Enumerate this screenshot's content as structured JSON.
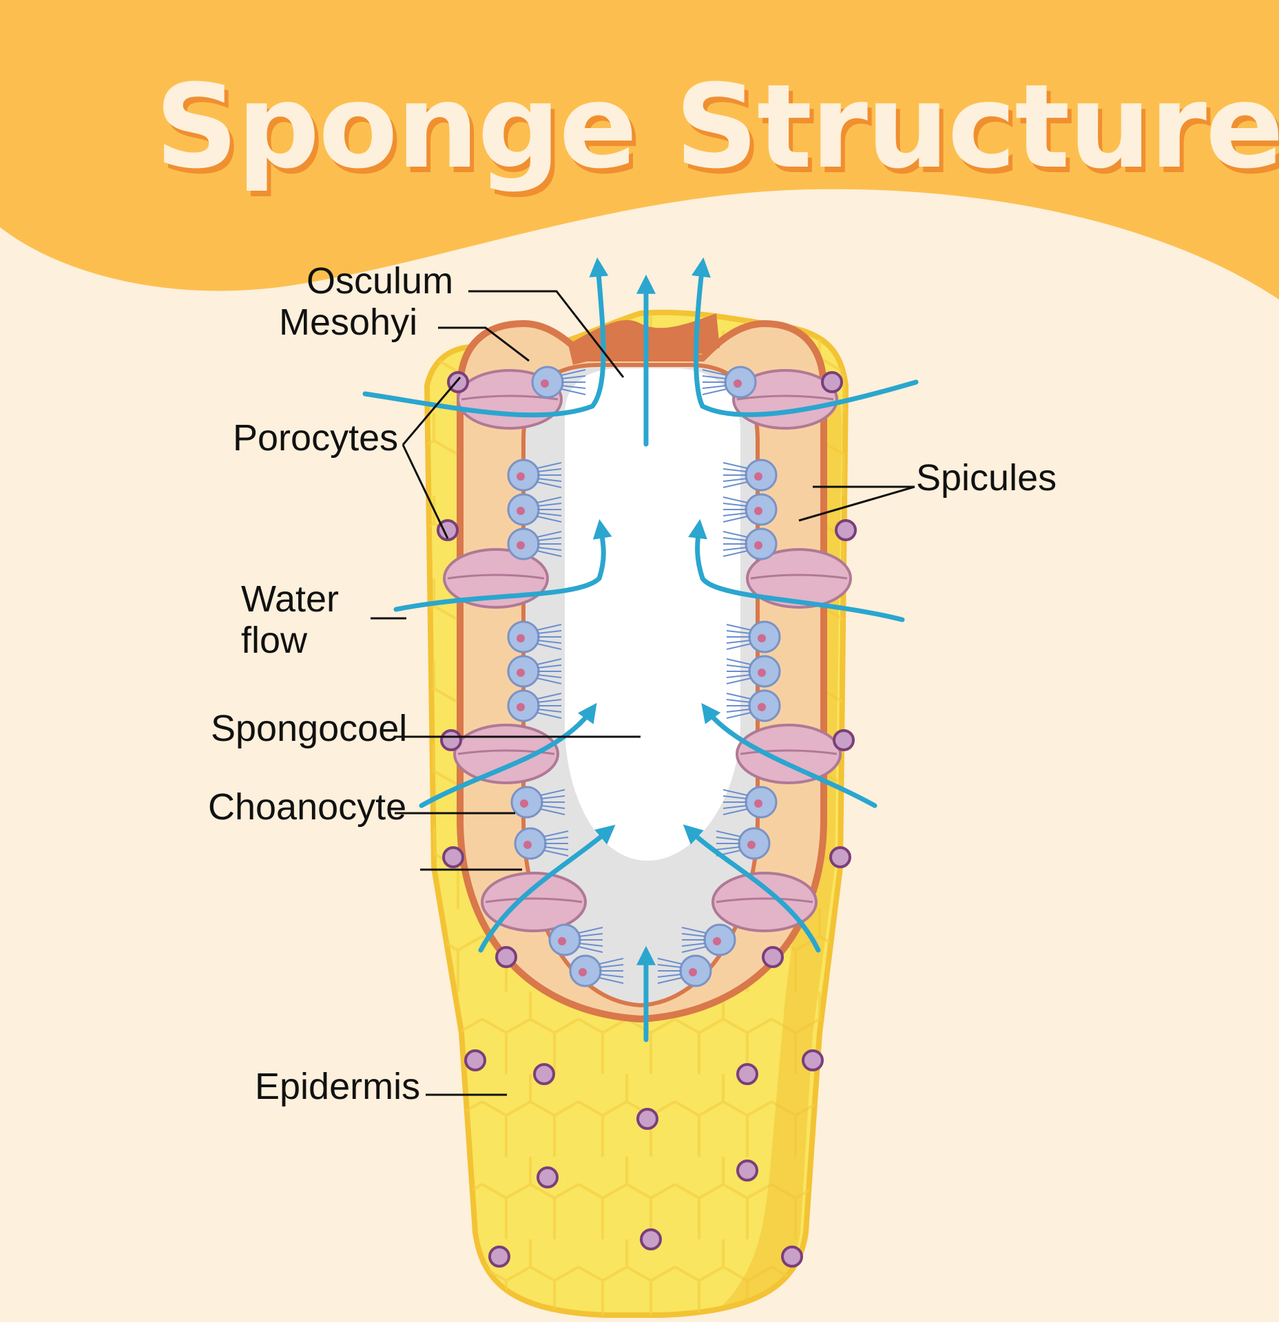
{
  "title": "Sponge Structure",
  "labels": {
    "osculum": "Osculum",
    "mesohyl": "Mesohyi",
    "porocytes": "Porocytes",
    "spicules": "Spicules",
    "water_flow_line1": "Water",
    "water_flow_line2": "flow",
    "spongocoel": "Spongocoel",
    "choanocyte": "Choanocyte",
    "epidermis": "Epidermis"
  },
  "colors": {
    "background": "#fdf0dc",
    "banner": "#fcbf4f",
    "title_fill": "#fdf0dc",
    "title_shadow": "#f08f30",
    "epidermis": "#f9e55f",
    "epidermis_edge": "#f3c334",
    "mesohyl": "#f7d0a2",
    "wall_outline": "#d9784a",
    "spongocoel": "#ffffff",
    "spongocoel_shade": "#e2e2e2",
    "porocyte": "#e3b3c8",
    "choanocyte": "#a8bfe6",
    "water_arrow": "#2aa6cf",
    "leader_line": "#111111"
  }
}
